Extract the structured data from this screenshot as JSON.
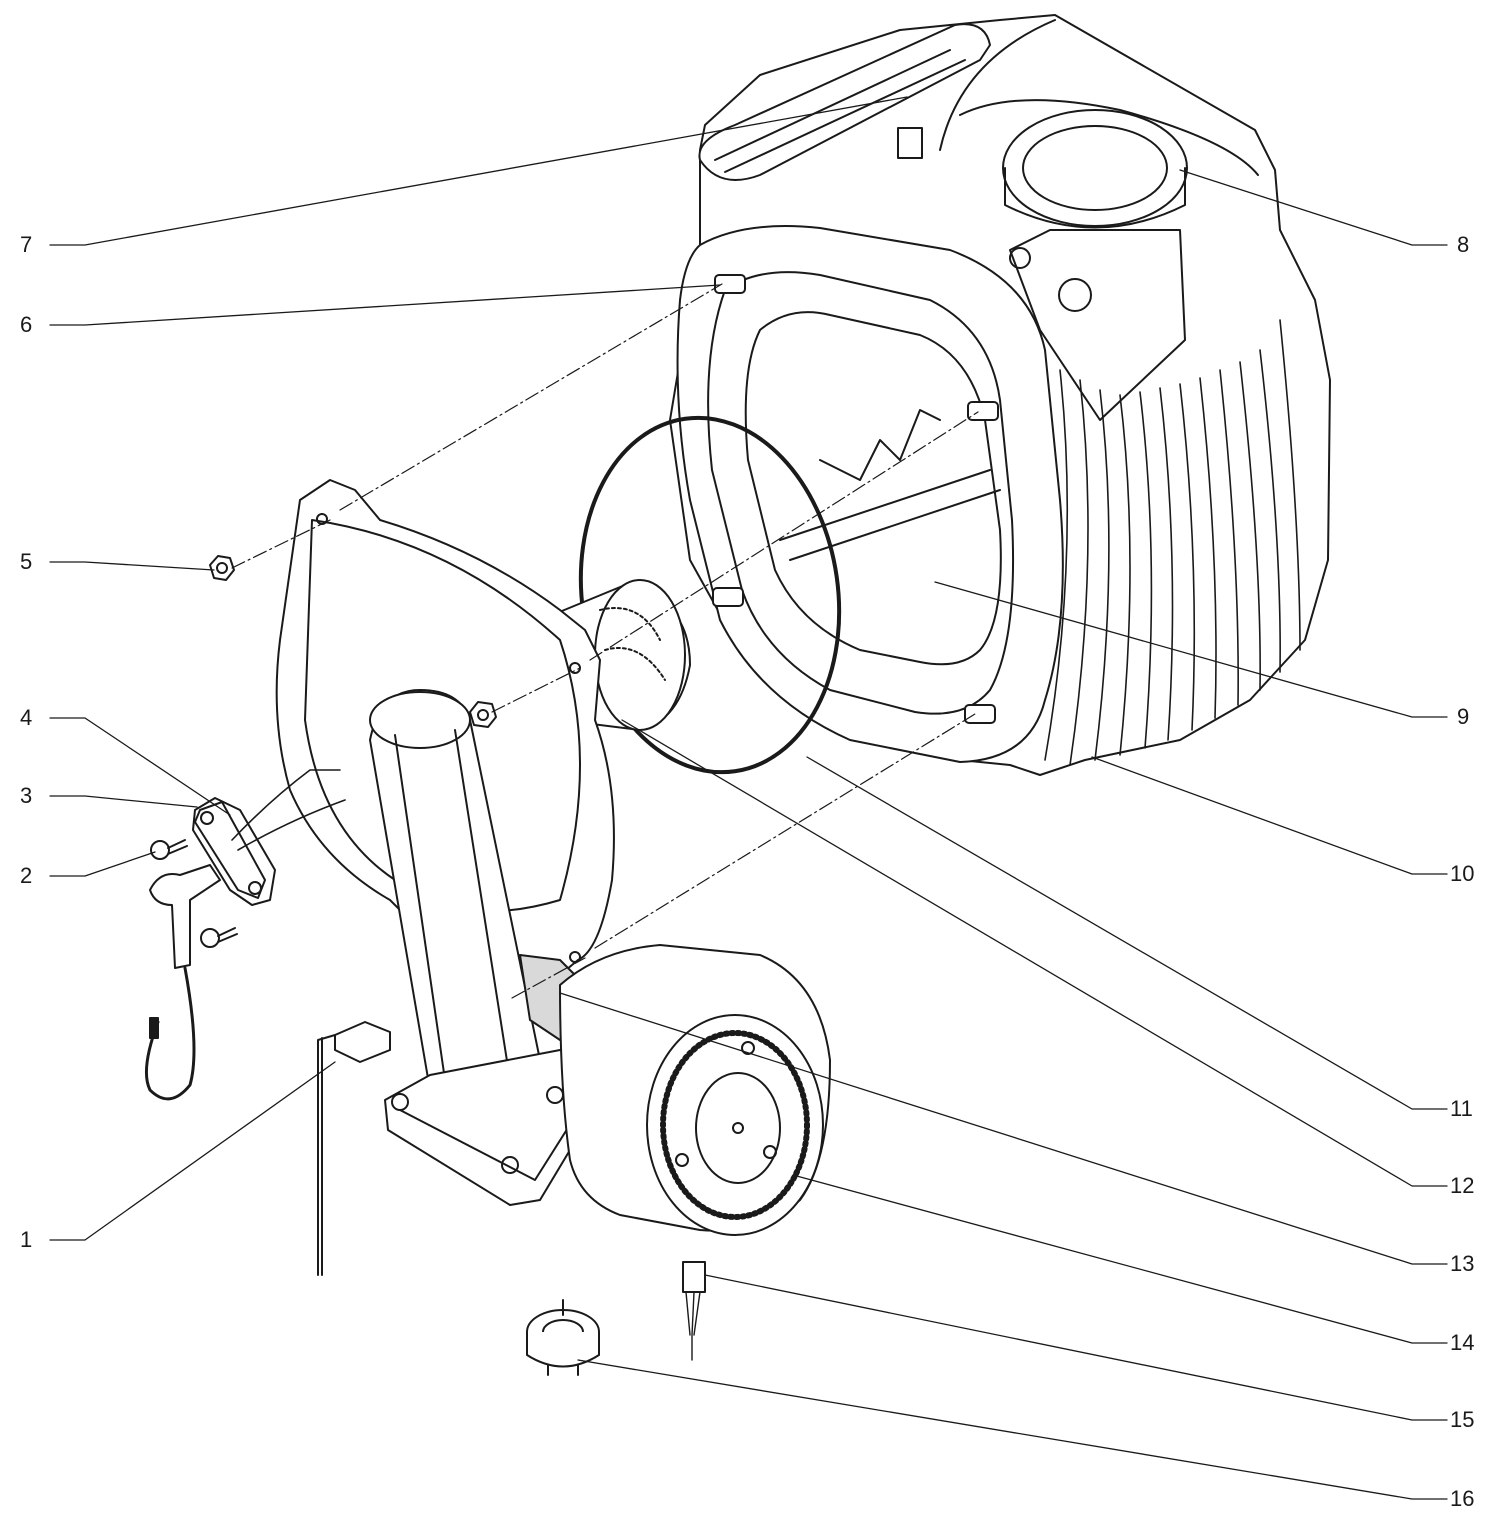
{
  "callouts": {
    "left": [
      "7",
      "6",
      "5",
      "4",
      "3",
      "2",
      "1"
    ],
    "right": [
      "8",
      "9",
      "10",
      "11",
      "12",
      "13",
      "14",
      "15",
      "16"
    ]
  },
  "colors": {
    "line": "#1a1a1a",
    "fill": "#ffffff",
    "shade": "#d9d9d9"
  }
}
